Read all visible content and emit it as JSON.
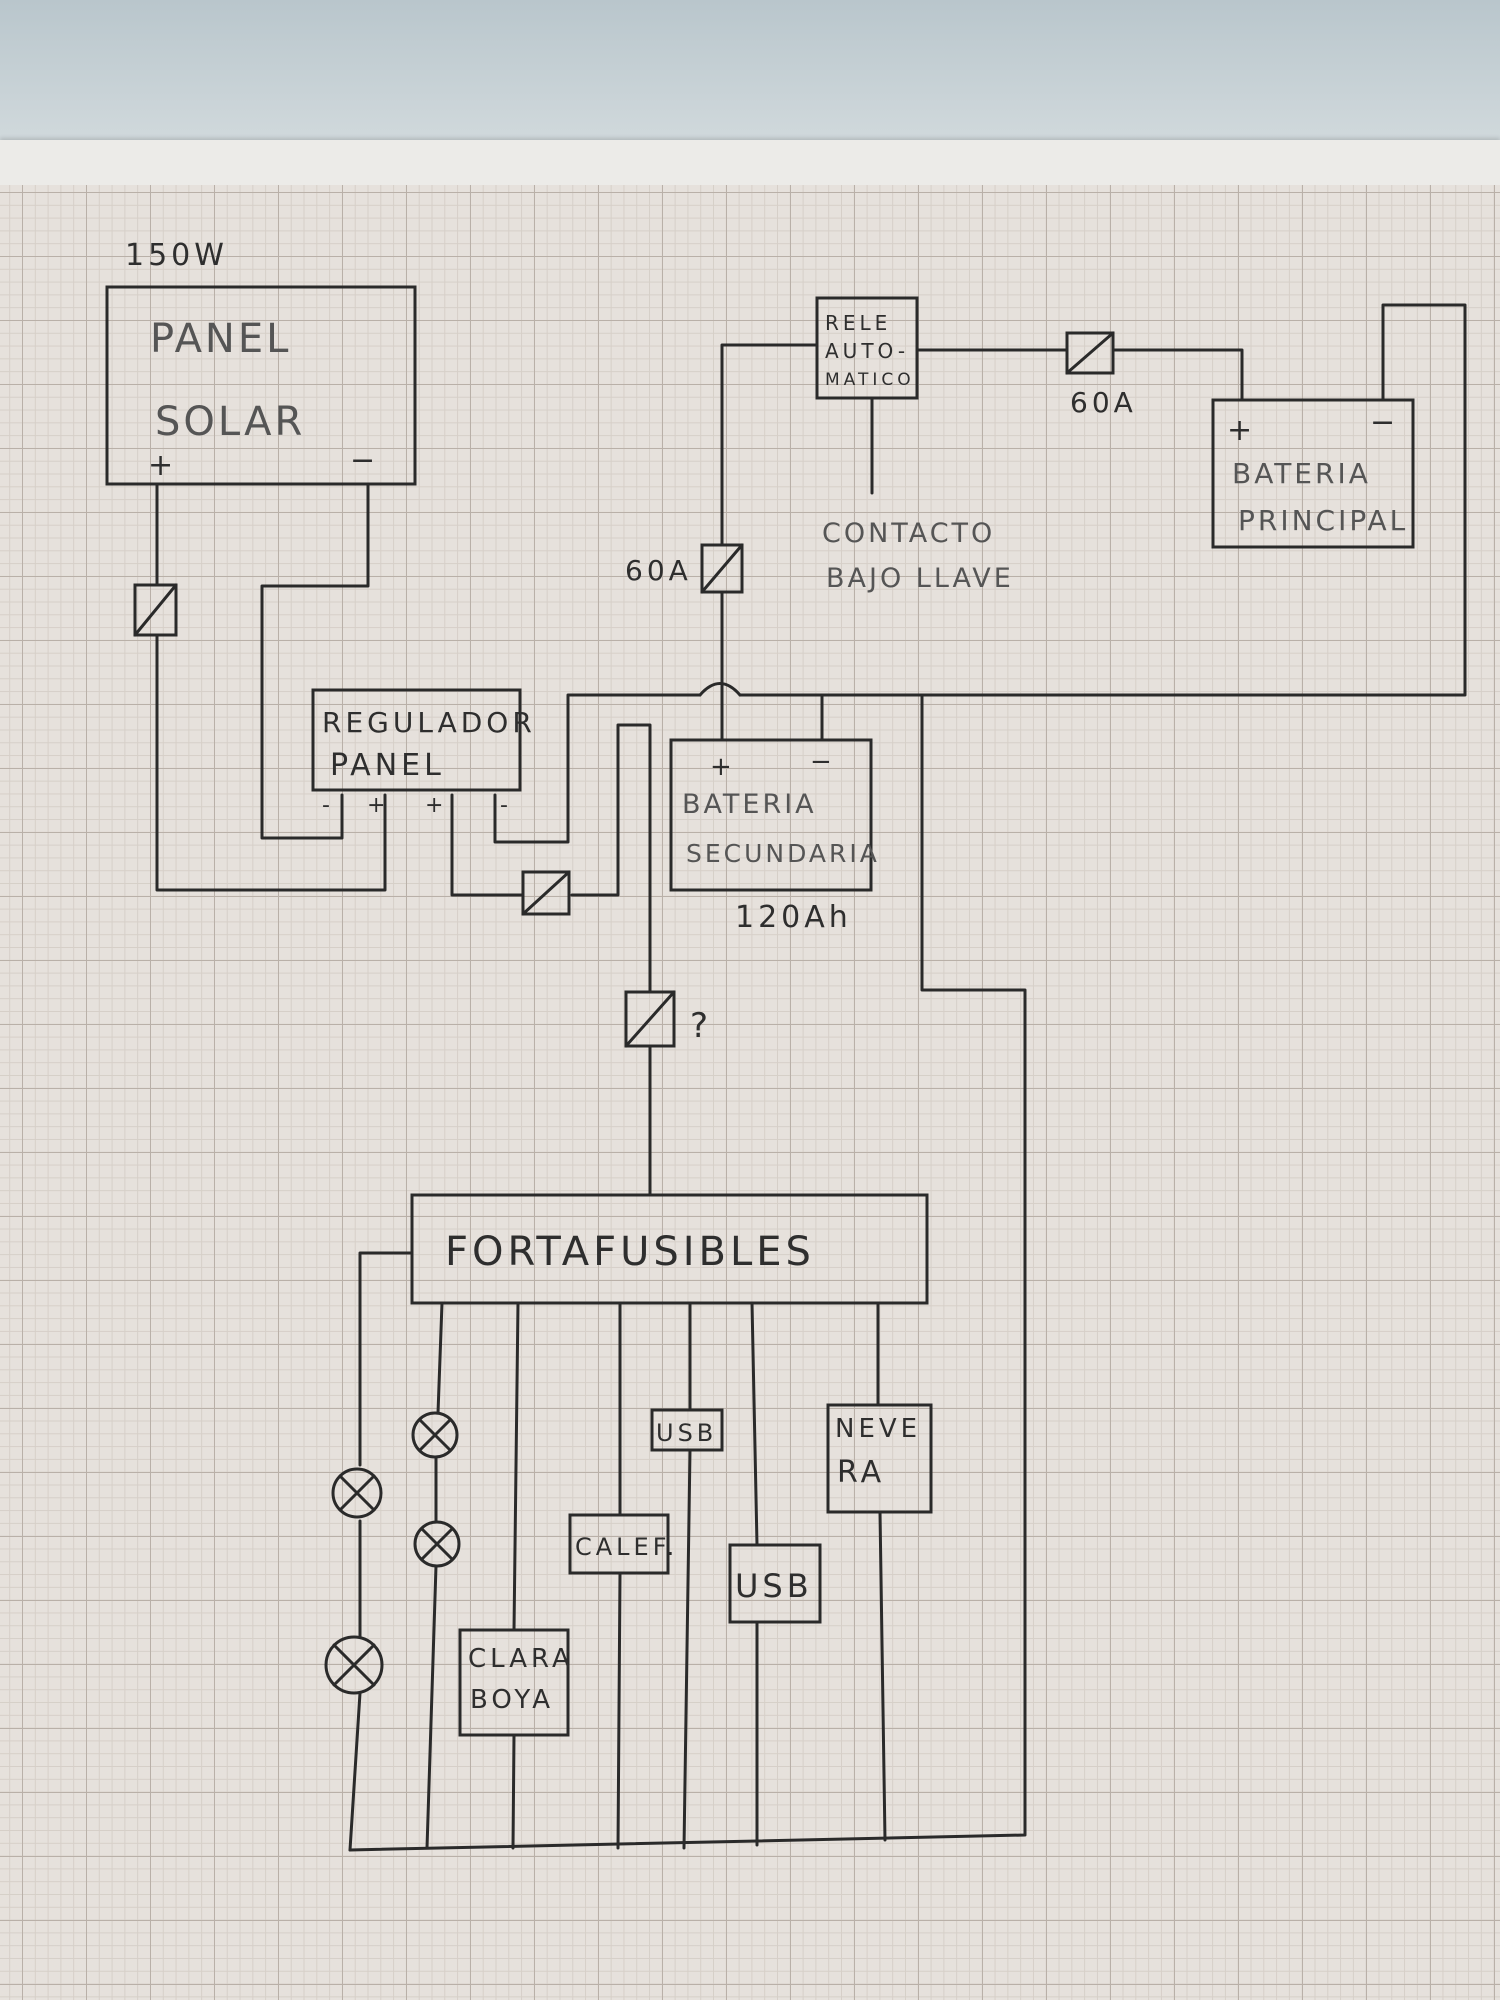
{
  "panel": {
    "power": "150W",
    "line1": "PANEL",
    "line2": "SOLAR",
    "plus": "+",
    "minus": "−"
  },
  "relay": {
    "line1": "RELE",
    "line2": "AUTO-",
    "line3": "MATICO"
  },
  "fuse_main_label": "60A",
  "fuse_relay_label": "60A",
  "ignition": {
    "line1": "CONTACTO",
    "line2": "BAJO LLAVE"
  },
  "main_battery": {
    "line1": "BATERIA",
    "line2": "PRINCIPAL",
    "plus": "+",
    "minus": "−"
  },
  "regulator": {
    "line1": "REGULADOR",
    "line2": "PANEL",
    "t1": "-",
    "t2": "+",
    "t3": "+",
    "t4": "-"
  },
  "secondary_battery": {
    "line1": "BATERIA",
    "line2": "SECUNDARIA",
    "capacity": "120Ah",
    "plus": "+",
    "minus": "−"
  },
  "fuse_question": "?",
  "fuse_box": "FORTAFUSIBLES",
  "loads": {
    "usb_top": "USB",
    "fridge_line1": "NEVE",
    "fridge_line2": "RA",
    "heater": "CALEF.",
    "usb_bottom": "USB",
    "bilge_line1": "CLARA",
    "bilge_line2": "BOYA"
  }
}
